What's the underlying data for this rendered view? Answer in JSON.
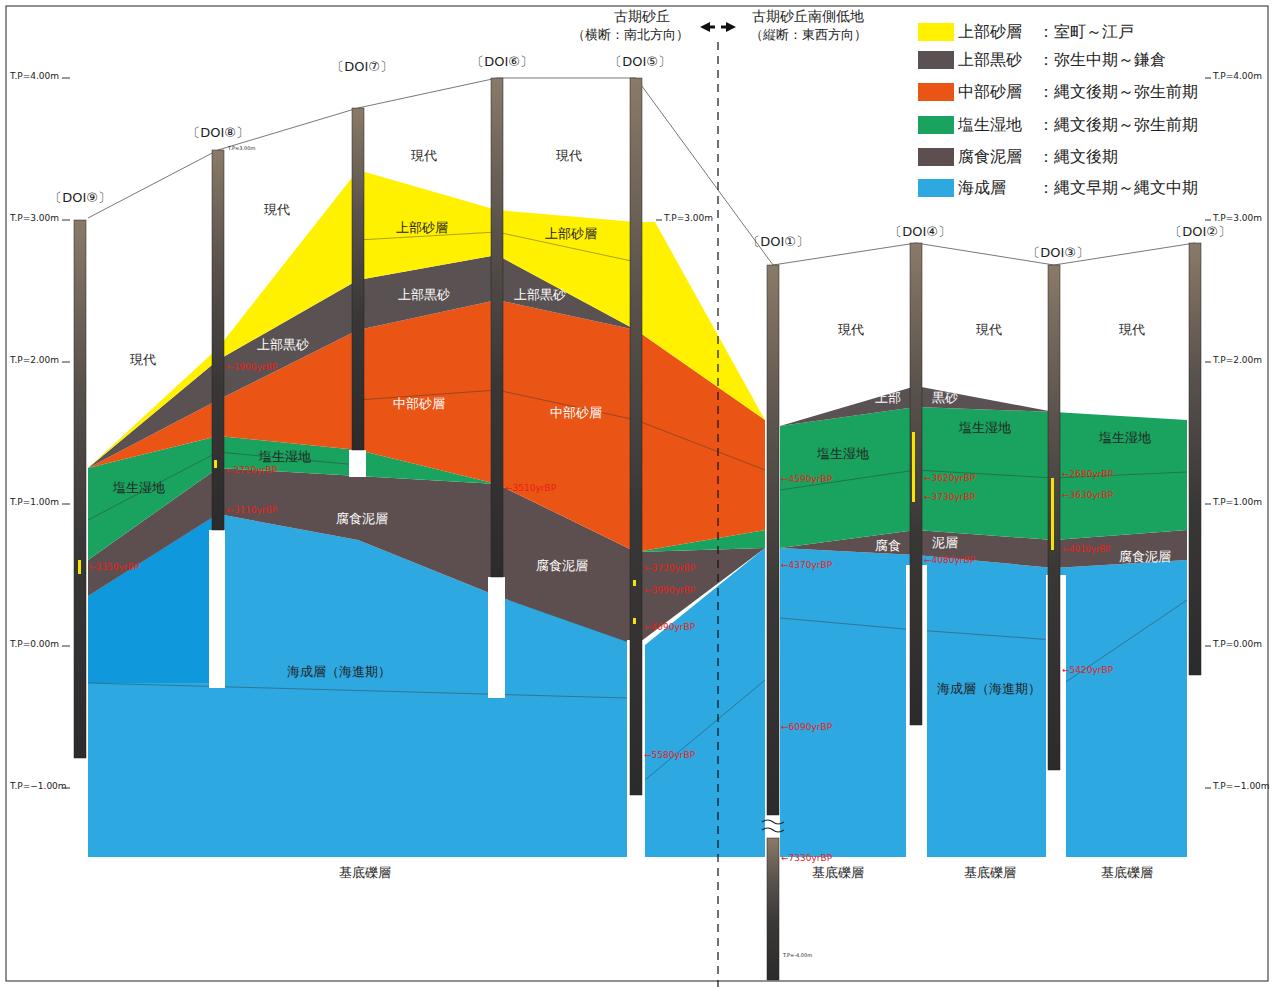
{
  "diagram": {
    "labels": [
      "古期砂丘",
      "（横断：南北方向）",
      "古期砂丘南側低地",
      "（縦断：東西方向）",
      "T.P=4.00m",
      "T.P=3.00m",
      "T.P=2.00m",
      "T.P=1.00m",
      "T.P=0.00m",
      "T.P=−1.00m",
      "T.P=4.00m",
      "T.P=3.00m",
      "T.P=2.00m",
      "T.P=1.00m",
      "T.P=0.00m",
      "T.P=−1.00m",
      "T.P=3.00m",
      "T.P=3.00m",
      "T.P=-4.00m",
      "〔DOI⑨〕",
      "〔DOI⑧〕",
      "〔DOI⑦〕",
      "〔DOI⑥〕",
      "〔DOI⑤〕",
      "〔DOI①〕",
      "〔DOI④〕",
      "〔DOI③〕",
      "〔DOI②〕",
      "現代",
      "現代",
      "現代",
      "現代",
      "現代",
      "現代",
      "現代",
      "上部砂層",
      "上部砂層",
      "上部黒砂",
      "上部黒砂",
      "上部黒砂",
      "中部砂層",
      "中部砂層",
      "塩生湿地",
      "塩生湿地",
      "塩生湿地",
      "塩生湿地",
      "塩生湿地",
      "腐食泥層",
      "腐食泥層",
      "腐食泥層",
      "腐食",
      "泥層",
      "上部",
      "黒砂",
      "海成層（海進期）",
      "海成層（海進期）",
      "基底礫層",
      "基底礫層",
      "基底礫層",
      "基底礫層",
      "←1900yrBP",
      "←2720yrBP",
      "←3110yrBP",
      "←3350yrBP",
      "←3510yrBP",
      "←3720yrBP",
      "←3990yrBP",
      "←4090yrBP",
      "←5580yrBP",
      "←4590yrBP",
      "←4370yrBP",
      "←6090yrBP",
      "←7330yrBP",
      "←3620yrBP",
      "←3730yrBP",
      "←4080yrBP",
      "←2680yrBP",
      "←3630yrBP",
      "←4010yrBP",
      "←5420yrBP"
    ],
    "legend": [
      {
        "text": "上部砂層　：室町～江戸",
        "color": "#fff100"
      },
      {
        "text": "上部黒砂　：弥生中期～鎌倉",
        "color": "#5a5252"
      },
      {
        "text": "中部砂層　：縄文後期～弥生前期",
        "color": "#ea5414"
      },
      {
        "text": "塩生湿地　：縄文後期～弥生前期",
        "color": "#1aa35e"
      },
      {
        "text": "腐食泥層　：縄文後期",
        "color": "#5d4f4f"
      },
      {
        "text": "海成層　　：縄文早期～縄文中期",
        "color": "#2ea8e0"
      }
    ]
  }
}
